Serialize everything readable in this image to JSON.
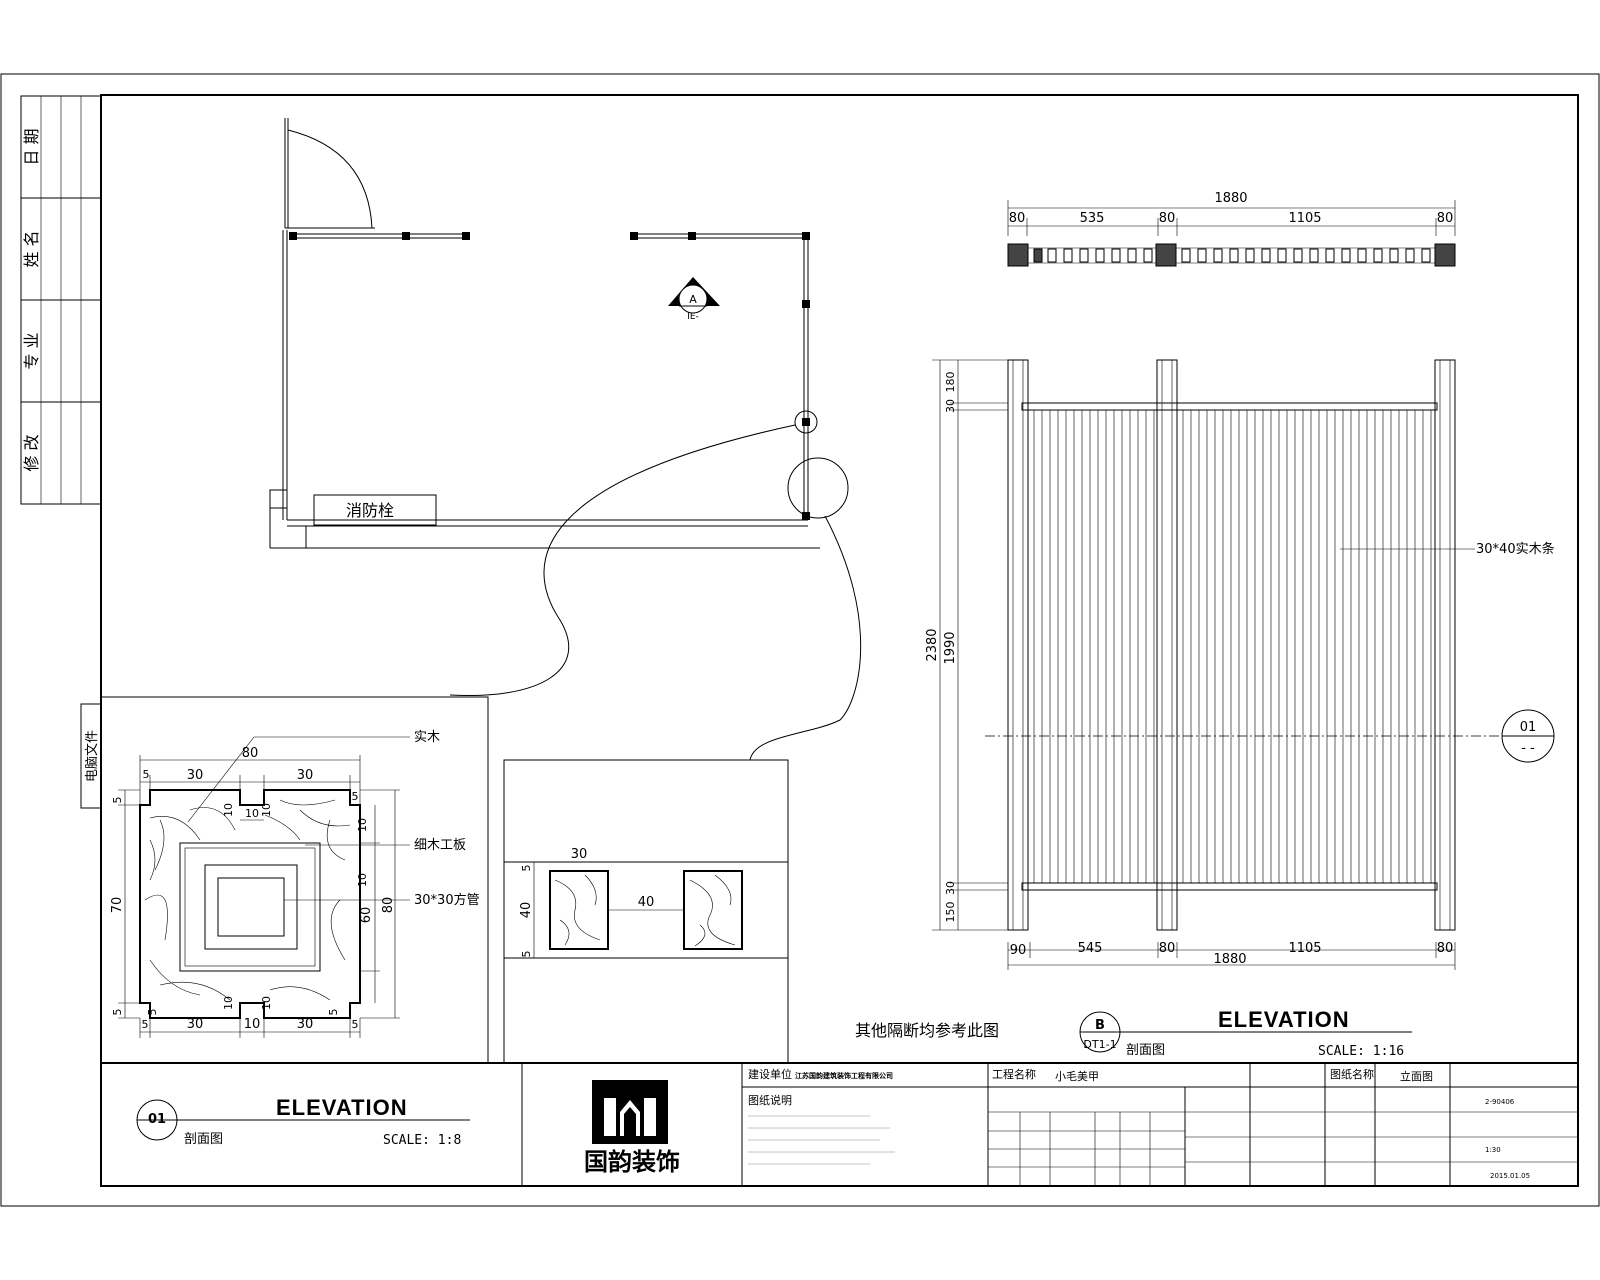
{
  "revision_strip": {
    "labels": [
      "日 期",
      "姓 名",
      "专 业",
      "修 改"
    ],
    "file_label": "电脑文件"
  },
  "plan": {
    "fire_hydrant_label": "消防栓",
    "section_marker": {
      "letter": "A",
      "ref": "IE-"
    }
  },
  "elevation_b": {
    "top_dims": {
      "total": "1880",
      "parts": [
        "80",
        "535",
        "80",
        "1105",
        "80"
      ]
    },
    "bottom_dims": {
      "parts": [
        "90",
        "545",
        "80",
        "1105",
        "80"
      ],
      "total": "1880"
    },
    "left_dims": {
      "total": "2380",
      "parts": [
        "180",
        "30",
        "1990",
        "30",
        "150"
      ]
    },
    "material_label": "30*40实木条"
  },
  "section_marker_01": {
    "num": "01",
    "ref": "- -"
  },
  "detail_01": {
    "top_dims": [
      "5",
      "30",
      "30",
      "5"
    ],
    "top_total": "80",
    "inner_dims": [
      "10",
      "10",
      "10",
      "10"
    ],
    "bottom_dims": [
      "5",
      "30",
      "10",
      "30",
      "5"
    ],
    "bottom_inner": [
      "10",
      "10",
      "5"
    ],
    "left_dims": [
      "5",
      "70",
      "5"
    ],
    "right_dims": [
      "10",
      "60",
      "80",
      "5"
    ],
    "labels": {
      "solid_wood": "实木",
      "fine_board": "细木工板",
      "tube": "30*30方管"
    }
  },
  "detail_02": {
    "dims": {
      "width": "30",
      "gap": "40",
      "height": "40",
      "top": "5",
      "bottom": "5"
    }
  },
  "note": "其他隔断均参考此图",
  "titles": {
    "b": {
      "letter": "B",
      "ref": "DT1-1",
      "name": "剖面图",
      "heading": "ELEVATION",
      "scale": "SCALE: 1:16"
    },
    "o1": {
      "letter": "01",
      "name": "剖面图",
      "heading": "ELEVATION",
      "scale": "SCALE: 1:8"
    }
  },
  "company": {
    "name": "国韵装饰"
  },
  "title_block": {
    "unit_label": "建设单位",
    "unit_value": "江苏国韵建筑装饰工程有限公司",
    "notes_label": "图纸说明",
    "project_label": "工程名称",
    "project_value": "小毛美甲",
    "drawing_label": "图纸名称",
    "drawing_value": "立面图",
    "scale_value": "1:30",
    "project_no": "2-90406",
    "date_value": "2015.01.05"
  }
}
